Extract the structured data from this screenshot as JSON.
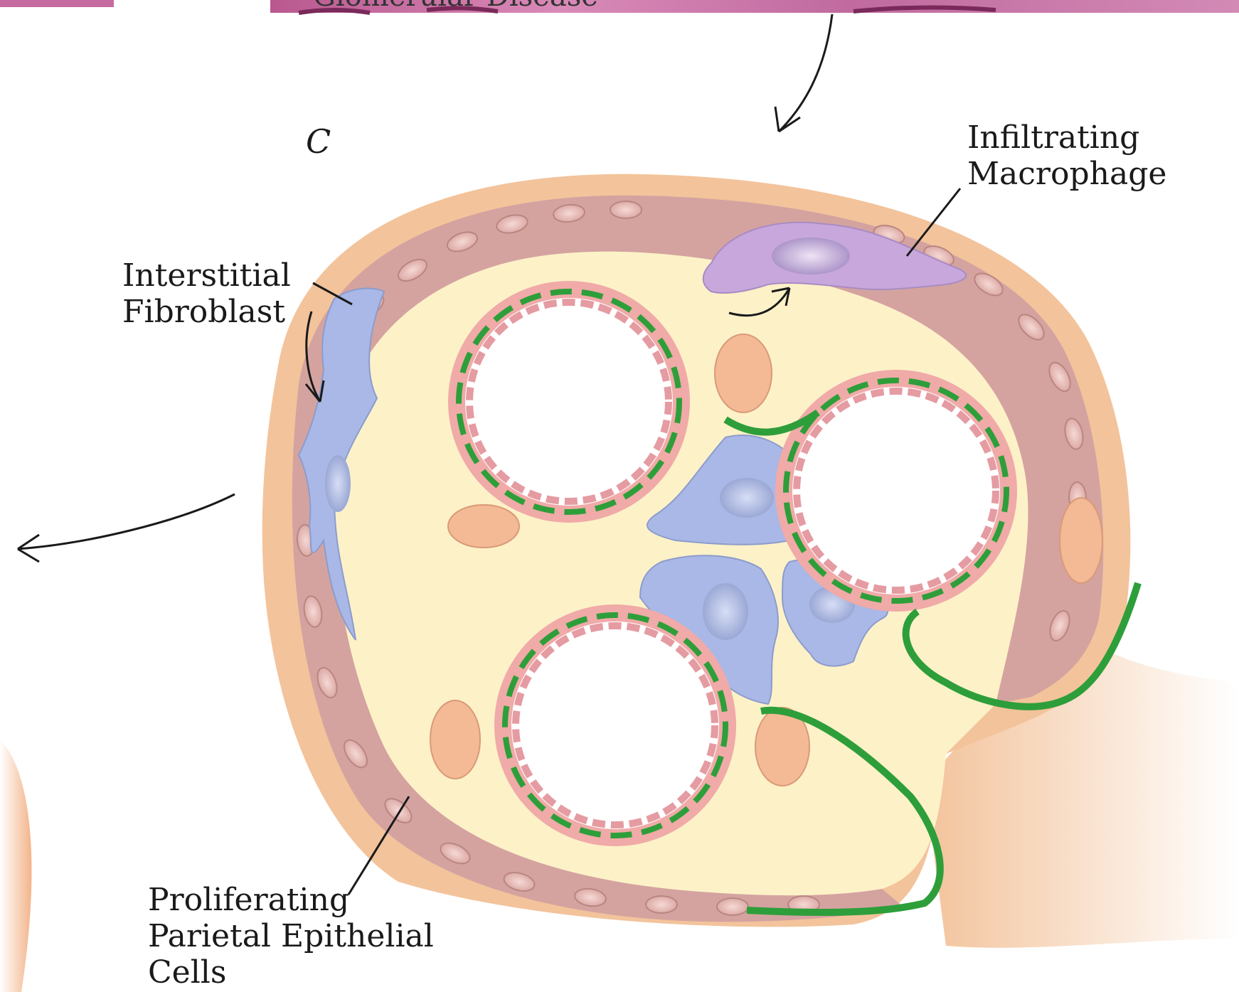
{
  "panel_letter": "C",
  "header_fragment": "Glomerular Disease",
  "labels": {
    "macrophage": [
      "Infiltrating",
      "Macrophage"
    ],
    "fibroblast": [
      "Interstitial",
      "Fibroblast"
    ],
    "parietal": [
      "Proliferating",
      "Parietal Epithelial",
      "Cells"
    ]
  },
  "colors": {
    "bowman_capsule": "#f3c39b",
    "bowman_space": "#fdf1c8",
    "parietal_cells": "#d4a3a0",
    "podocyte": "#f0aaa8",
    "endothelium": "#e59ba2",
    "gbm": "#2e9e3a",
    "mesangial_cell": "#a9b8e6",
    "macrophage": "#c8a8dc",
    "histology_strip": "#c0639a"
  }
}
